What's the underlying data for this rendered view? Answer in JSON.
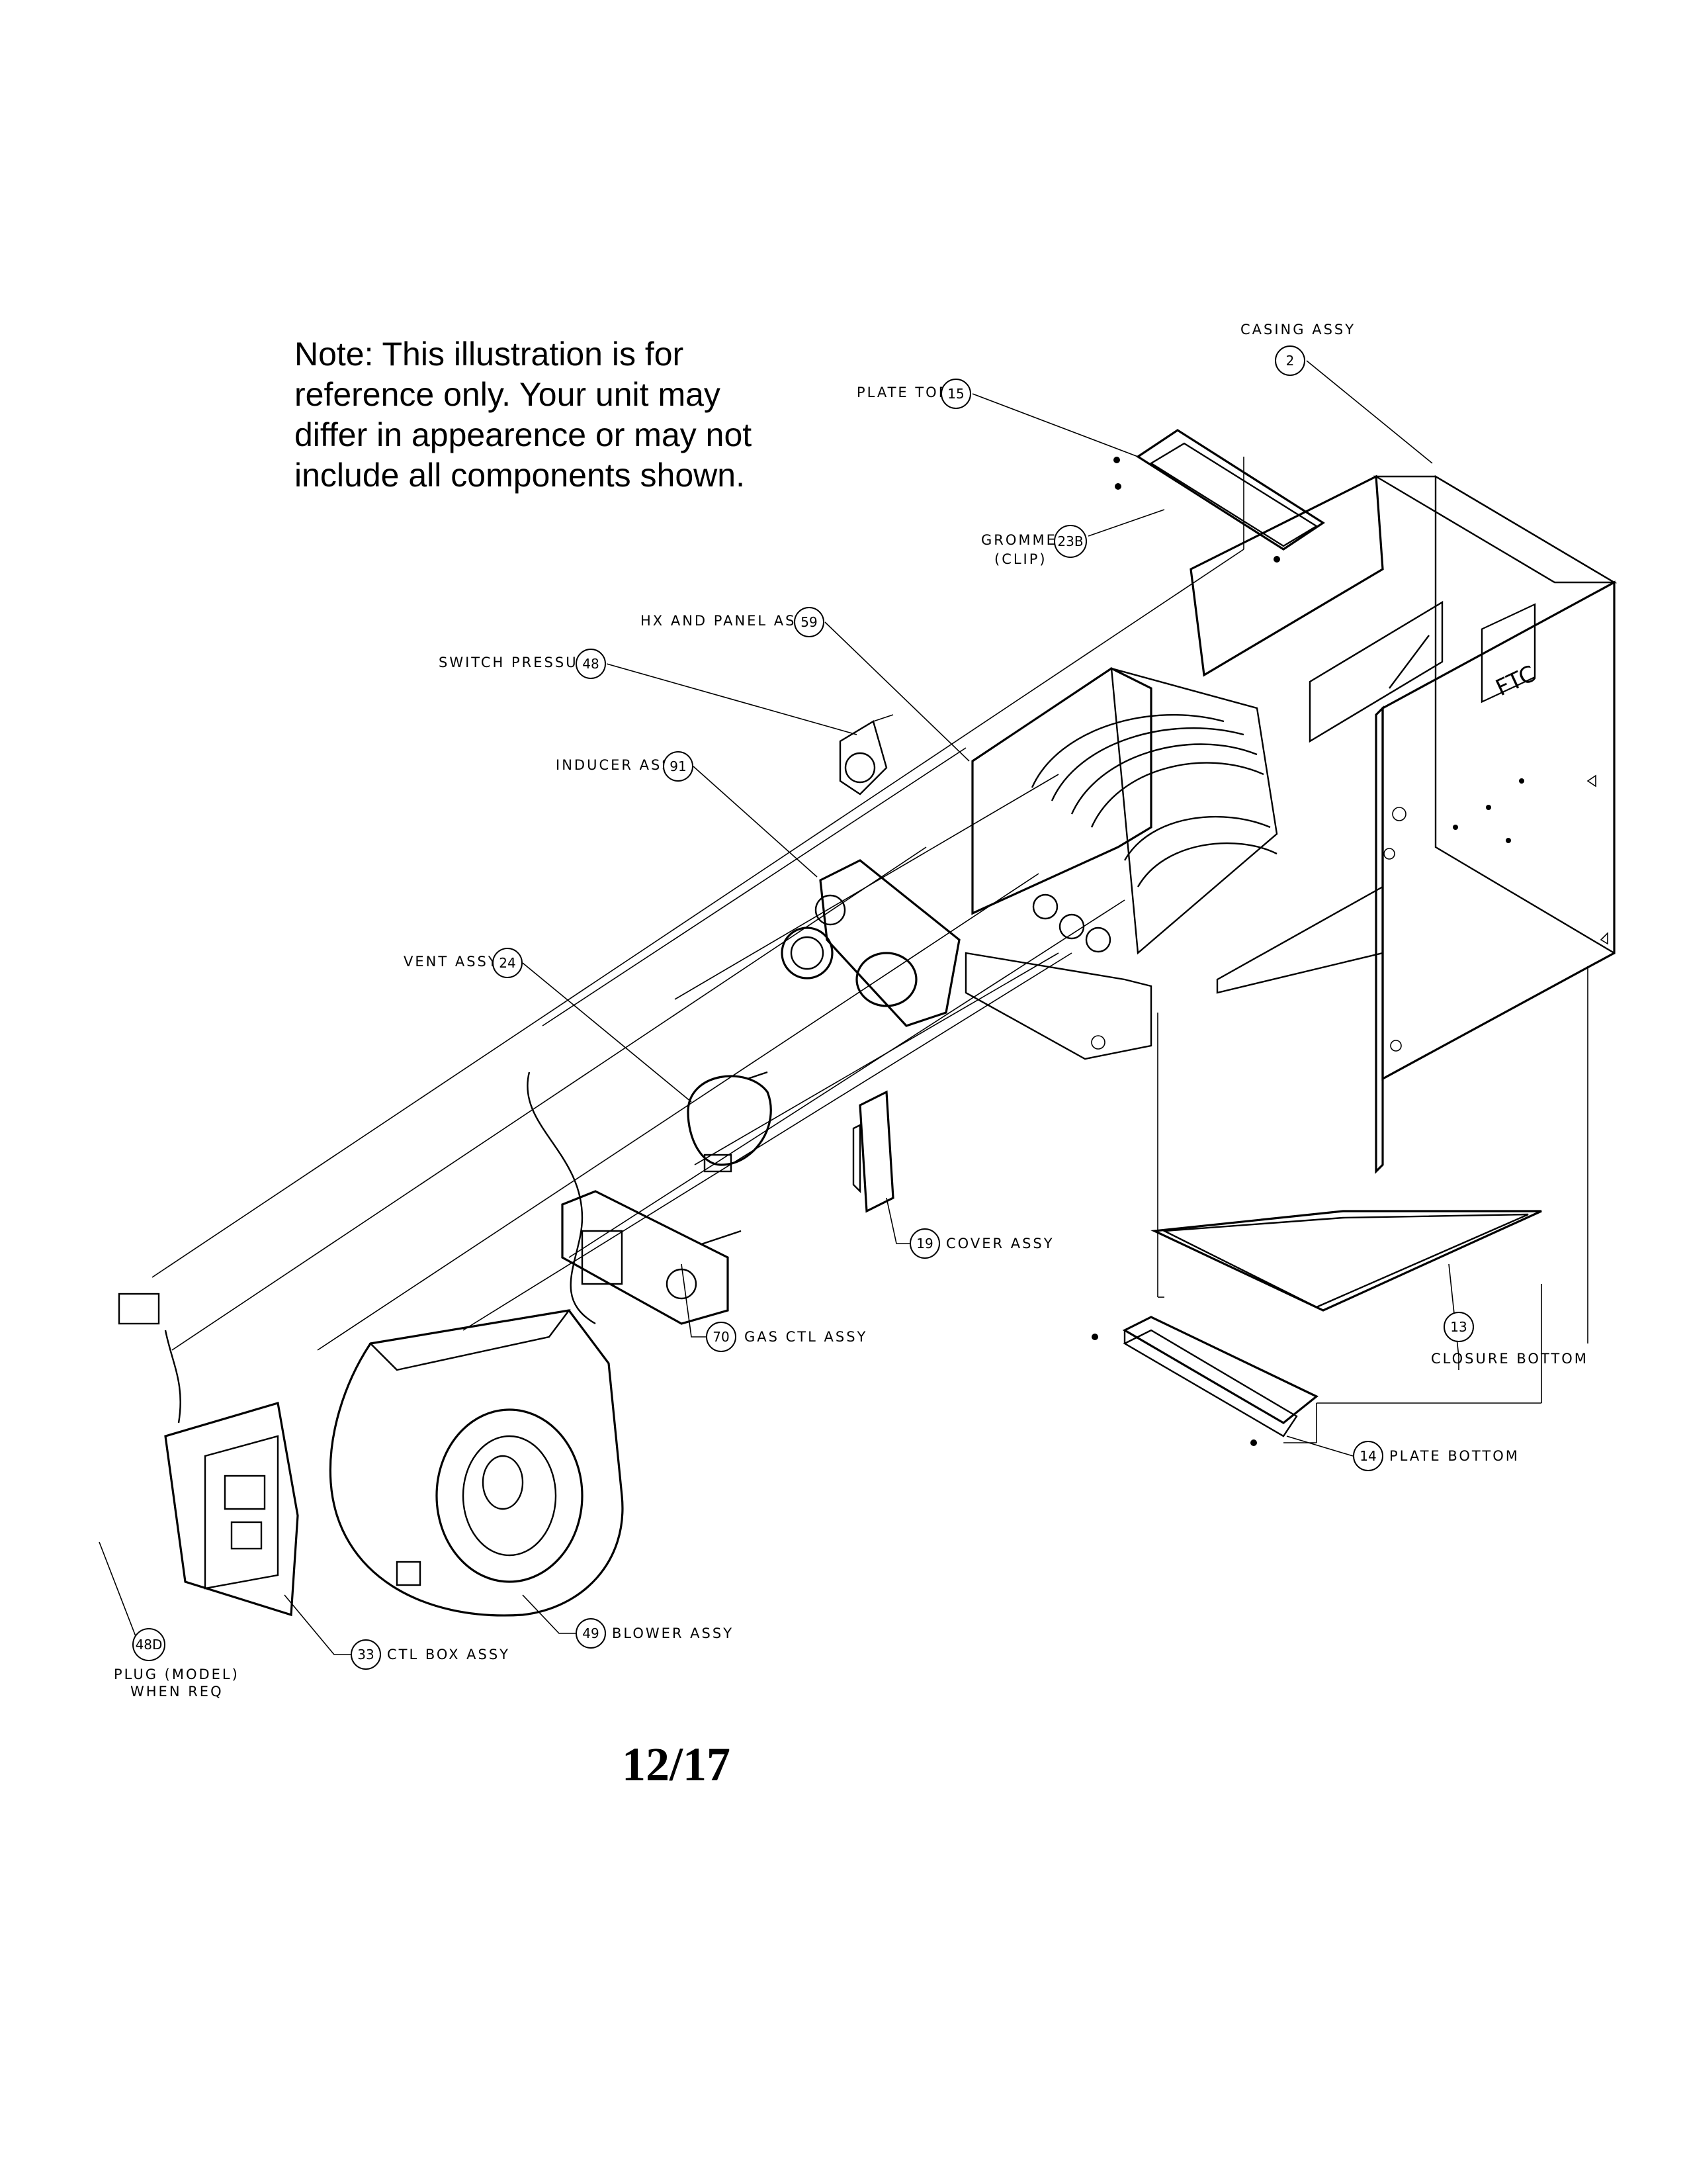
{
  "note": {
    "line1": "Note: This illustration is for",
    "line2": "reference only. Your unit may",
    "line3": "differ in appearence or may not",
    "line4": "include all components shown."
  },
  "callouts": [
    {
      "num": "2",
      "label": "CASING ASSY"
    },
    {
      "num": "15",
      "label": "PLATE TOP"
    },
    {
      "num": "23B",
      "label": "GROMMET",
      "label2": "(CLIP)"
    },
    {
      "num": "59",
      "label": "HX AND PANEL ASSY"
    },
    {
      "num": "48",
      "label": "SWITCH PRESSURE"
    },
    {
      "num": "91",
      "label": "INDUCER ASSY"
    },
    {
      "num": "24",
      "label": "VENT ASSY"
    },
    {
      "num": "19",
      "label": "COVER ASSY"
    },
    {
      "num": "70",
      "label": "GAS CTL ASSY"
    },
    {
      "num": "13",
      "label": "CLOSURE BOTTOM"
    },
    {
      "num": "14",
      "label": "PLATE BOTTOM"
    },
    {
      "num": "48D",
      "label": "PLUG (MODEL)",
      "label2": "WHEN REQ"
    },
    {
      "num": "33",
      "label": "CTL BOX ASSY"
    },
    {
      "num": "49",
      "label": "BLOWER ASSY"
    }
  ],
  "casing_mark": "FTC",
  "page_number": "12/17"
}
